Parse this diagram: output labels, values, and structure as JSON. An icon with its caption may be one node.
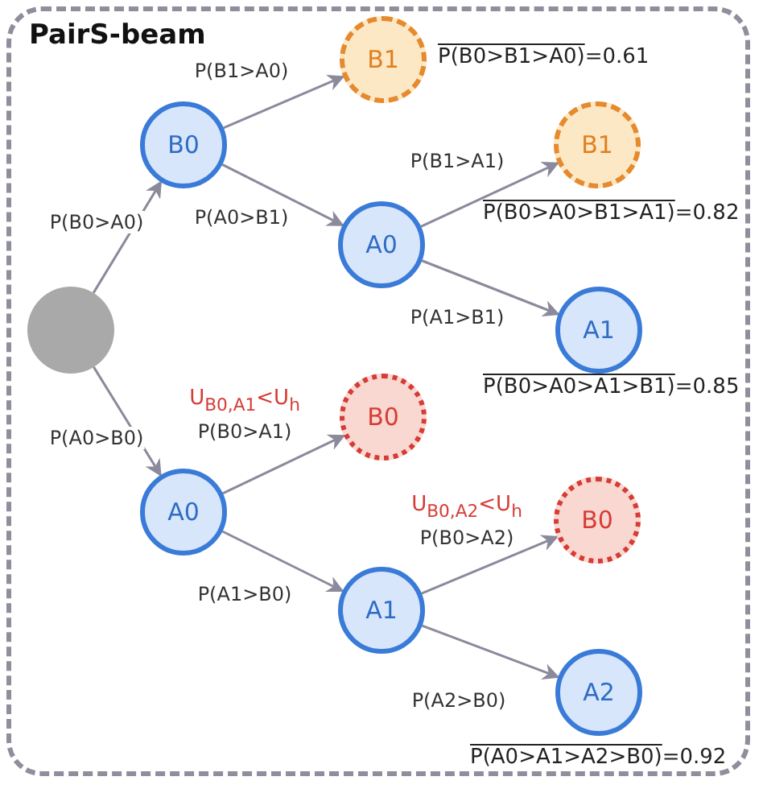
{
  "diagram": {
    "title": "PairS-beam",
    "nodes": [
      {
        "text": [],
        "shape": "circle"
      },
      {
        "text": [
          "B0"
        ]
      },
      {
        "text": [
          "B1"
        ],
        "beside": [
          "P(B0>B1>A0)=0.61"
        ]
      },
      {
        "text": [
          "A0"
        ]
      },
      {
        "text": [
          "B1"
        ],
        "beside": [
          "P(B0>A0>B1>A1)=0.82"
        ]
      },
      {
        "text": [
          "A1"
        ],
        "beside": [
          "P(B0>A0>A1>B1)=0.85"
        ]
      },
      {
        "text": [
          "A0"
        ]
      },
      {
        "text": [
          "B0"
        ]
      },
      {
        "text": [
          "A1"
        ]
      },
      {
        "text": [
          "B0"
        ]
      },
      {
        "text": [
          "A2"
        ],
        "beside": [
          "P(A0>A1>A2>B0)=0.92"
        ]
      }
    ],
    "edges": [
      {
        "from": 0,
        "to": 1,
        "arrow": "to",
        "label": "P(B0>A0)"
      },
      {
        "from": 0,
        "to": 6,
        "arrow": "to",
        "label": "P(A0>B0)"
      },
      {
        "from": 1,
        "to": 2,
        "arrow": "to",
        "label": "P(B1>A0)"
      },
      {
        "from": 1,
        "to": 3,
        "arrow": "to",
        "label": "P(A0>B1)"
      },
      {
        "from": 3,
        "to": 4,
        "arrow": "to",
        "label": "P(B1>A1)"
      },
      {
        "from": 3,
        "to": 5,
        "arrow": "to",
        "label": "P(A1>B1)"
      },
      {
        "from": 6,
        "to": 7,
        "arrow": "to",
        "label": "P(B0>A1)"
      },
      {
        "from": 6,
        "to": 8,
        "arrow": "to",
        "label": "P(A1>B0)"
      },
      {
        "from": 8,
        "to": 9,
        "arrow": "to",
        "label": "P(B0>A2)"
      },
      {
        "from": 8,
        "to": 10,
        "arrow": "to",
        "label": "P(A2>B0)"
      }
    ],
    "labels": [
      "U$_{B0,A1}$<U$_{h}$",
      "U$_{B0,A2}$<U$_{h}$"
    ]
  }
}
